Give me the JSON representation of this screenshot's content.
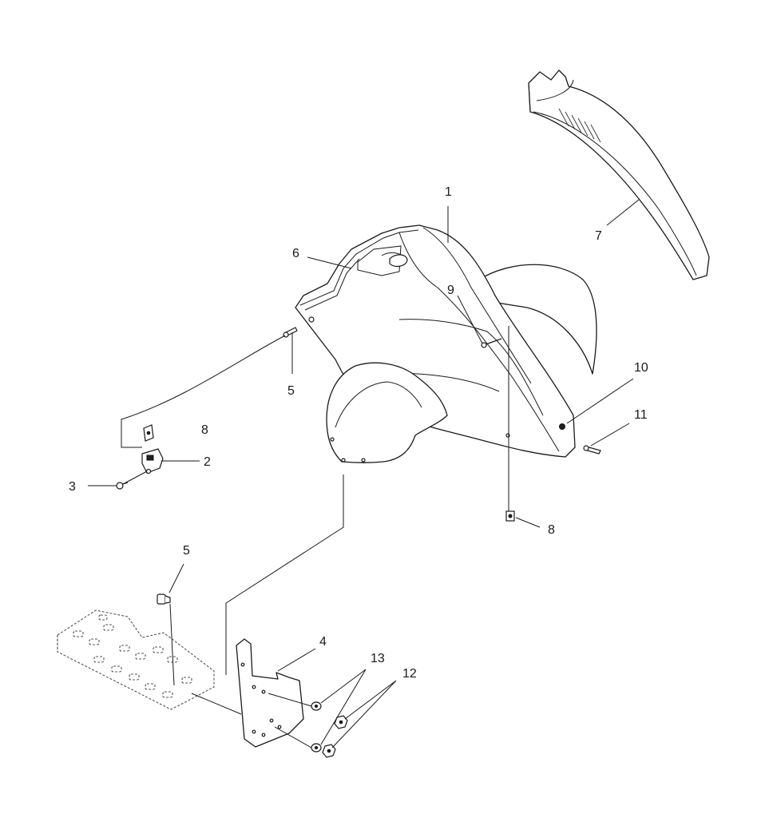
{
  "diagram": {
    "callouts": {
      "c1": "1",
      "c2": "2",
      "c3": "3",
      "c4": "4",
      "c5a": "5",
      "c5b": "5",
      "c6": "6",
      "c7": "7",
      "c8a": "8",
      "c8b": "8",
      "c9": "9",
      "c10": "10",
      "c11": "11",
      "c12": "12",
      "c13": "13"
    }
  }
}
